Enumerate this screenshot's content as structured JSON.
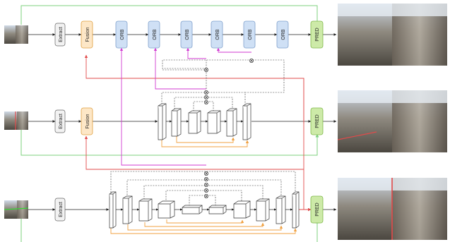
{
  "labels": {
    "extract": "Extract",
    "fusion": "Fusion",
    "orb": "ORB",
    "pred": "PRED"
  },
  "colors": {
    "extract_fill": "#f2f2f2",
    "fusion_fill": "#fde7c7",
    "fusion_stroke": "#e0a040",
    "orb_fill": "#cfe0f5",
    "orb_stroke": "#7fa0cc",
    "pred_fill": "#cdeaa8",
    "pred_stroke": "#7fb84a",
    "green_line": "#7ed27e",
    "red_line": "#e24a4a",
    "magenta_line": "#d23ad2",
    "orange_line": "#f0a040",
    "arrow": "#222222"
  },
  "icons": [
    "input-photo",
    "output-photo",
    "cube-block",
    "multiply-node"
  ]
}
